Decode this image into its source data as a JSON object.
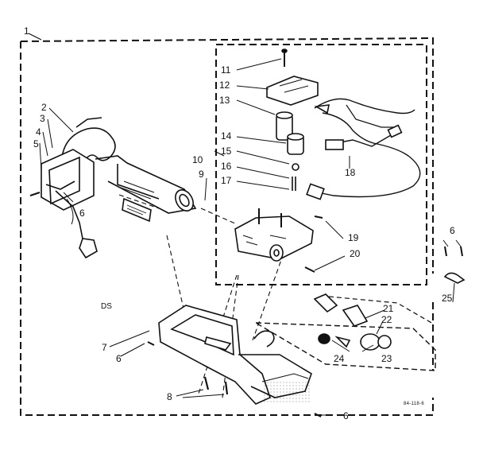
{
  "diagram": {
    "callouts": [
      "1",
      "2",
      "3",
      "4",
      "5",
      "6",
      "6",
      "6",
      "6",
      "7",
      "8",
      "9",
      "10",
      "11",
      "12",
      "13",
      "14",
      "15",
      "16",
      "17",
      "18",
      "19",
      "20",
      "21",
      "22",
      "23",
      "24",
      "25"
    ],
    "section_label": "DS",
    "figure_code": "84-118-6"
  }
}
